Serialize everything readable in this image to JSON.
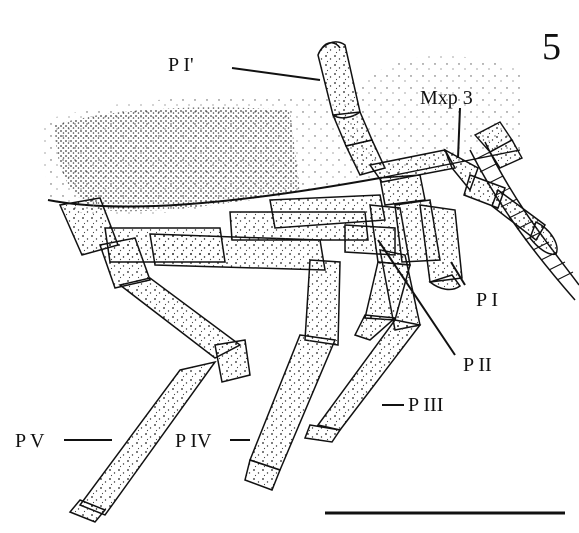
{
  "figure": {
    "number": "5",
    "labels": {
      "p1_prime": "P I'",
      "mxp3": "Mxp 3",
      "p1": "P I",
      "p2": "P II",
      "p3": "P III",
      "p4": "P IV",
      "p5": "P V"
    },
    "colors": {
      "ink": "#111111",
      "paper": "#ffffff"
    }
  }
}
